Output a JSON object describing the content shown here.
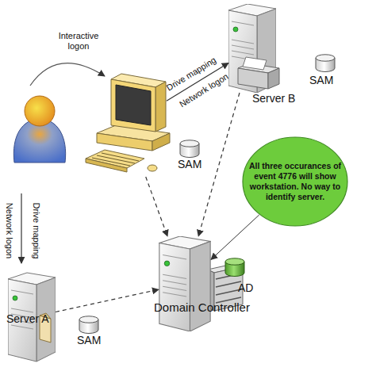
{
  "diagram": {
    "nodes": [
      {
        "text": [
          "Server B",
          "SAM"
        ]
      },
      {
        "text": [
          "SAM"
        ]
      },
      {
        "text": [
          "All three occurances of event 4776 will show workstation. No way to identify server."
        ]
      },
      {
        "text": [
          "Domain Controller",
          "AD"
        ]
      },
      {
        "text": [
          "Server A",
          "SAM"
        ]
      }
    ],
    "edges": [
      {
        "from": 1,
        "to": 0,
        "label": "Drive mapping",
        "arrow": "to"
      },
      {
        "from": 1,
        "to": 3,
        "arrow": "to"
      },
      {
        "from": 0,
        "to": 3,
        "arrow": "to"
      },
      {
        "from": 4,
        "to": 3,
        "arrow": "to"
      },
      {
        "from": 2,
        "to": 3,
        "arrow": "to"
      }
    ],
    "labels": [
      "Interactive logon",
      "Network logon",
      "Drive mapping",
      "Network logon"
    ]
  }
}
